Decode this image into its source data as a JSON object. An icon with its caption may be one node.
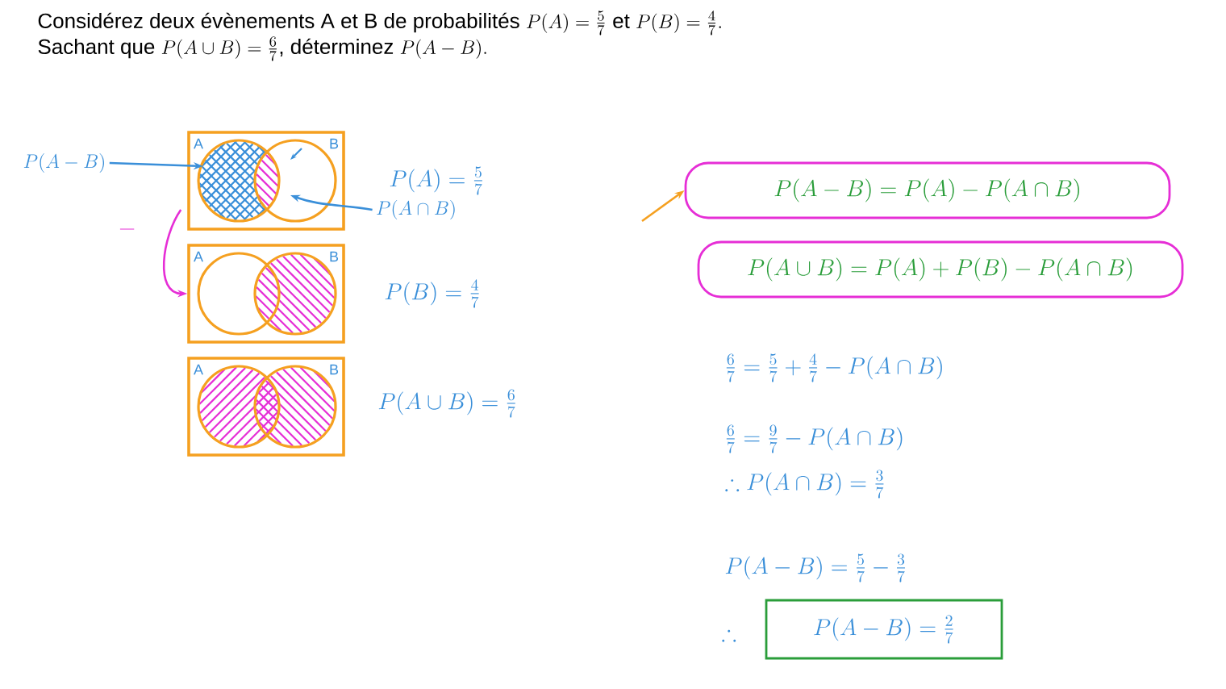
{
  "diagram": {
    "title": "\\begin{array}{l}\\text{Considérez deux évènements A et B de probabilités } P(A)=\\frac{5}{7} \\text{ et } P(B)=\\frac{4}{7}.\\\\ \\text{Sachant que } P(A\\cup B)=\\frac{6}{7}\\text{, déterminez } P(A-B).\\end{array}",
    "nodes": [
      {
        "text": [
          "A",
          "B"
        ]
      },
      {
        "text": [
          "A",
          "B"
        ]
      },
      {
        "text": [
          "A",
          "B"
        ]
      },
      {
        "text": [
          "P(A-B)"
        ]
      },
      {
        "text": [
          "P(A\\cap B)"
        ]
      },
      {
        "text": [
          "P(A-B) = P(A) - P(A\\cap B)"
        ]
      },
      {
        "text": [
          "P(A\\cup B) = P(A) + P(B) - P(A\\cap B)"
        ]
      },
      {
        "text": [
          "P(A-B) = \\frac{2}{7}"
        ]
      }
    ],
    "edges": [
      {
        "from": 3,
        "to": 0,
        "arrow": "to"
      },
      {
        "from": 4,
        "to": 0,
        "arrow": "to"
      },
      {
        "from": 0,
        "to": 1,
        "arrow": "to",
        "color": "#e62ed6"
      },
      {
        "from": null,
        "to": 5,
        "arrow": "to",
        "color": "#f5a020"
      }
    ],
    "labels": [
      "P(A) = \\frac{5}{7}",
      "P(B) = \\frac{4}{7}",
      "P(A\\cup B) = \\frac{6}{7}",
      "-",
      "\\frac{6}{7} = \\frac{5}{7} + \\frac{4}{7} - P(A\\cap B)",
      "\\frac{6}{7} = \\frac{9}{7} - P(A\\cap B)",
      "\\therefore P(A\\cap B) = \\frac{3}{7}",
      "P(A-B) = \\frac{5}{7} - \\frac{3}{7}",
      "\\therefore"
    ]
  }
}
